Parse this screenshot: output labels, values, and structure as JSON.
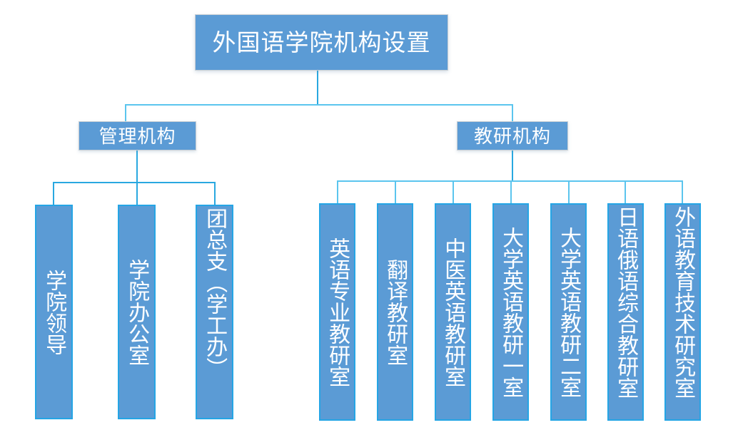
{
  "diagram": {
    "type": "organizational-chart",
    "title": "外国语学院机构设置",
    "theme": {
      "node_fill": "#5B9BD5",
      "node_text": "#FFFFFF",
      "leaf_border": "#25A5E5",
      "connector": "#29A8E0",
      "background": "#FFFFFF"
    },
    "root": {
      "label": "外国语学院机构设置"
    },
    "branches": [
      {
        "label": "管理机构",
        "children": [
          {
            "label": "学院领导",
            "align": "center"
          },
          {
            "label": "学院办公室",
            "align": "center"
          },
          {
            "label": "团总支（学工办）",
            "align": "top"
          }
        ]
      },
      {
        "label": "教研机构",
        "children": [
          {
            "label": "英语专业教研室",
            "align": "center"
          },
          {
            "label": "翻译教研室",
            "align": "center"
          },
          {
            "label": "中医英语教研室",
            "align": "center"
          },
          {
            "label": "大学英语教研一室",
            "align": "center"
          },
          {
            "label": "大学英语教研二室",
            "align": "center"
          },
          {
            "label": "日语俄语综合教研室",
            "align": "top"
          },
          {
            "label": "外语教育技术研究室",
            "align": "top"
          }
        ]
      }
    ]
  }
}
